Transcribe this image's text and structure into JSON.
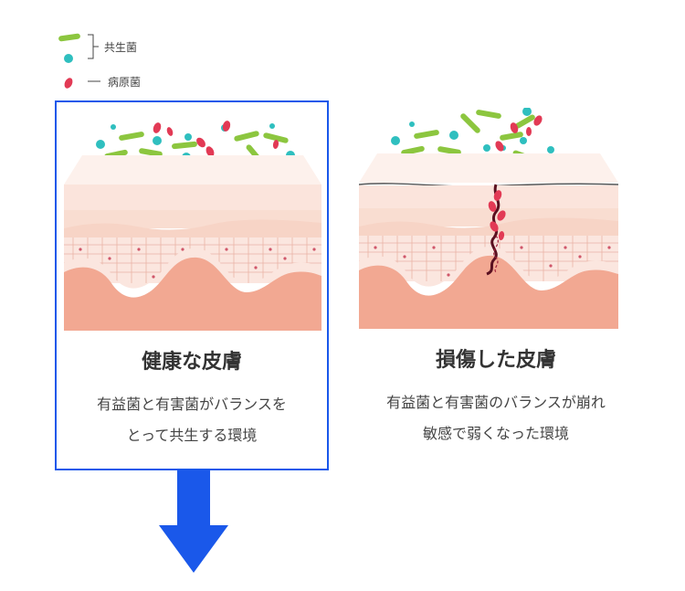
{
  "legend": {
    "commensal_label": "共生菌",
    "pathogen_label": "病原菌",
    "commensal_color": "#8cc63f",
    "commensal_dot_color": "#2fbfbf",
    "pathogen_color": "#e23a55"
  },
  "panels": [
    {
      "title": "健康な皮膚",
      "desc_line1": "有益菌と有害菌がバランスを",
      "desc_line2": "とって共生する環境",
      "highlighted": true
    },
    {
      "title": "損傷した皮膚",
      "desc_line1": "有益菌と有害菌のバランスが崩れ",
      "desc_line2": "敏感で弱くなった環境",
      "highlighted": false
    }
  ],
  "colors": {
    "highlight": "#1a58ea",
    "arrow": "#1a58ea",
    "skin_top": "#fbe4dc",
    "skin_mid": "#f7d2c4",
    "skin_deep": "#f2a892"
  }
}
